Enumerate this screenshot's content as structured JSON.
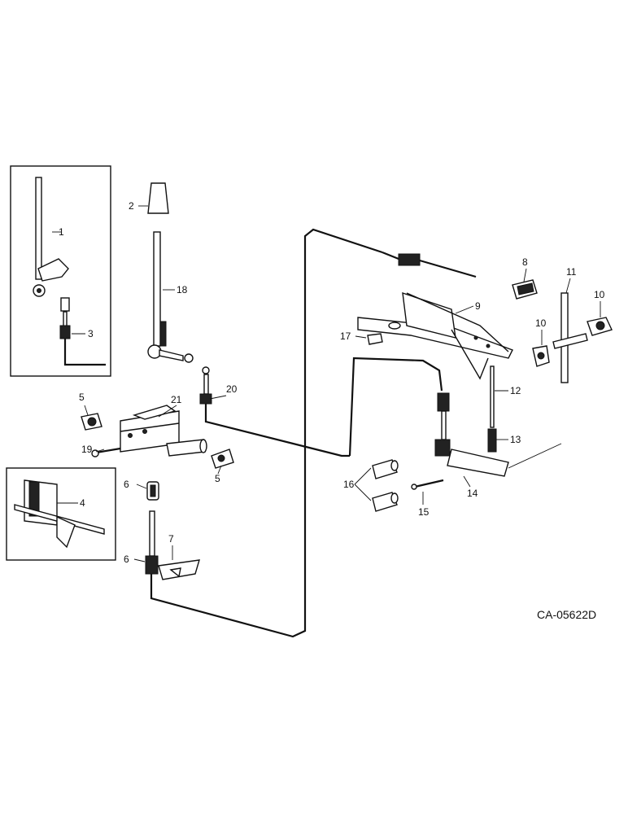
{
  "drawing_code": "CA-05622D",
  "callouts": [
    "1",
    "2",
    "3",
    "4",
    "5",
    "5",
    "6",
    "6",
    "7",
    "8",
    "9",
    "10",
    "10",
    "11",
    "12",
    "13",
    "14",
    "15",
    "16",
    "17",
    "18",
    "19",
    "20",
    "21"
  ]
}
